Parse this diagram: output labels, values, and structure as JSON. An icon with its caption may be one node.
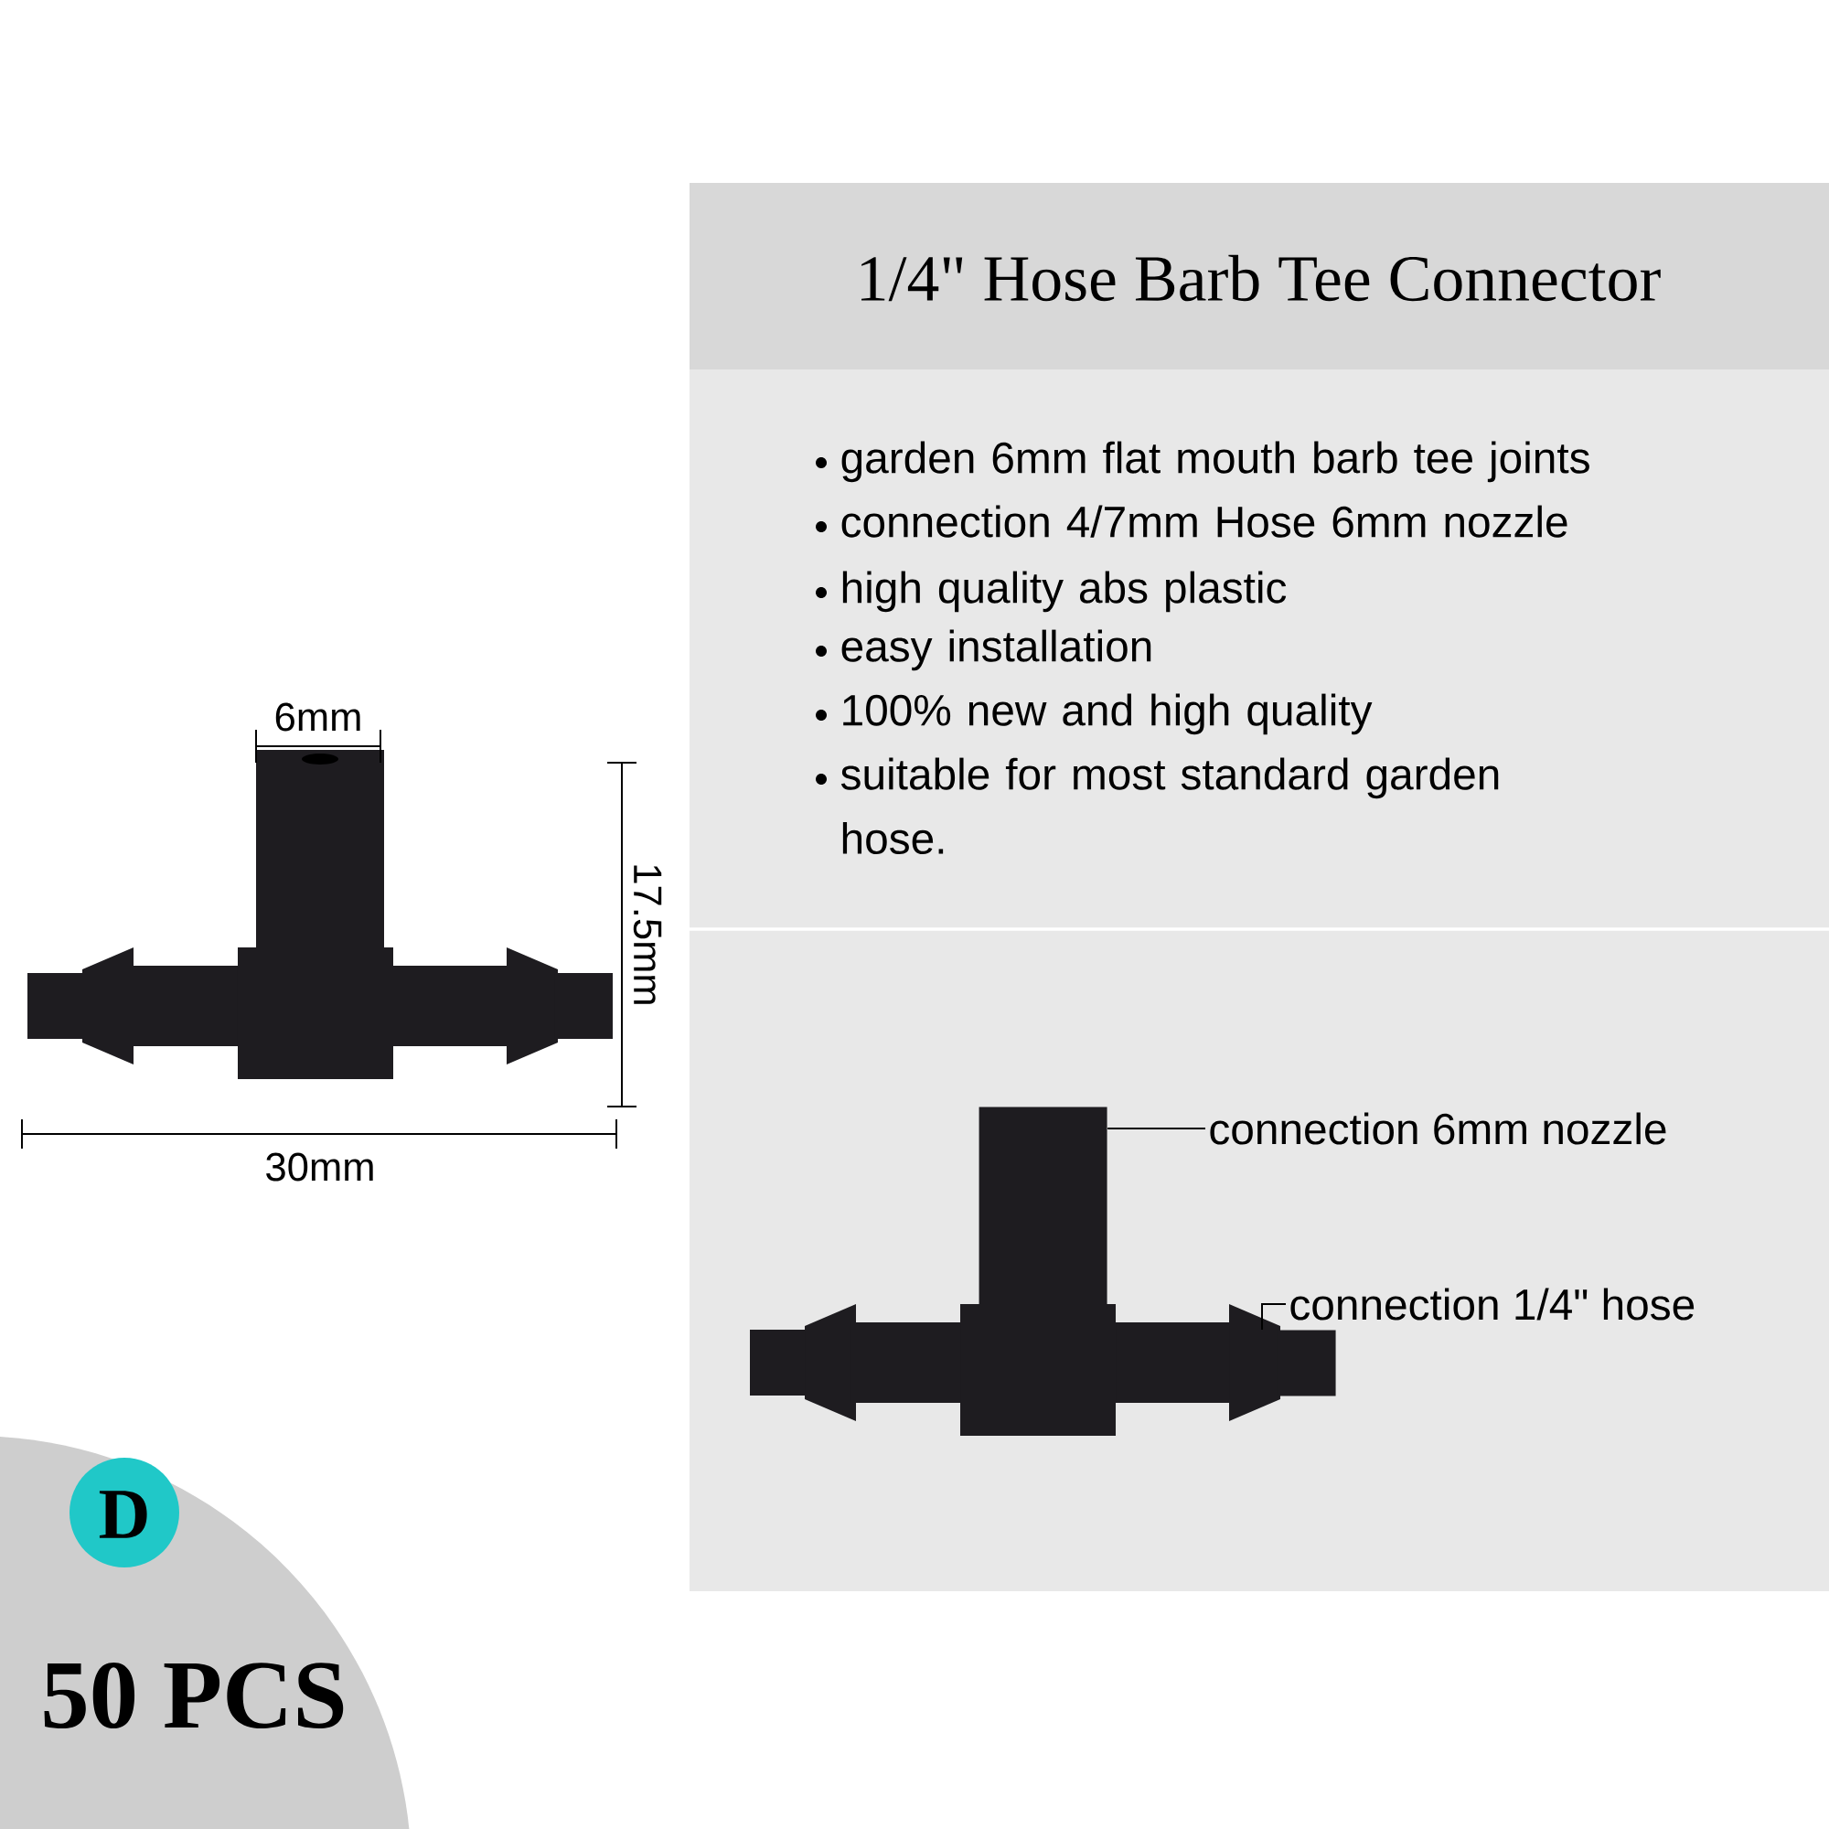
{
  "diagram": {
    "title": "1/4\" Hose Barb Tee Connector",
    "nodes": [
      {
        "text": [
          "connection 6mm nozzle"
        ]
      },
      {
        "text": [],
        "shape": "box"
      },
      {
        "text": [
          "connection 1/4\" hose"
        ]
      },
      {
        "text": [],
        "shape": "box"
      }
    ],
    "edges": [
      {
        "from": 0,
        "to": 1,
        "arrow": "none"
      },
      {
        "from": 2,
        "to": 3,
        "arrow": "none"
      }
    ],
    "labels": [
      "garden 6mm flat mouth barb tee joints",
      "connection 4/7mm Hose 6mm nozzle",
      "high quality abs plastic",
      "easy installation",
      "100% new and high quality",
      "suitable for most standard garden hose.",
      "6mm",
      "17.5mm",
      "30mm",
      "D",
      "50 PCS"
    ]
  }
}
